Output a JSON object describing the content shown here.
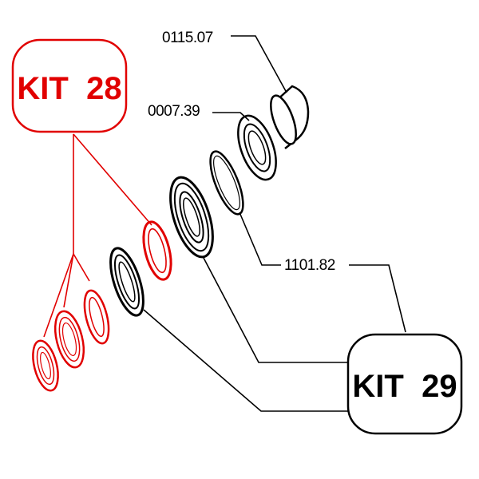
{
  "kits": {
    "kit28": {
      "label": "KIT  28",
      "color": "#e10000"
    },
    "kit29": {
      "label": "KIT  29",
      "color": "#000000"
    }
  },
  "parts": {
    "p1": "0115.07",
    "p2": "0007.39",
    "p3": "1101.82"
  }
}
